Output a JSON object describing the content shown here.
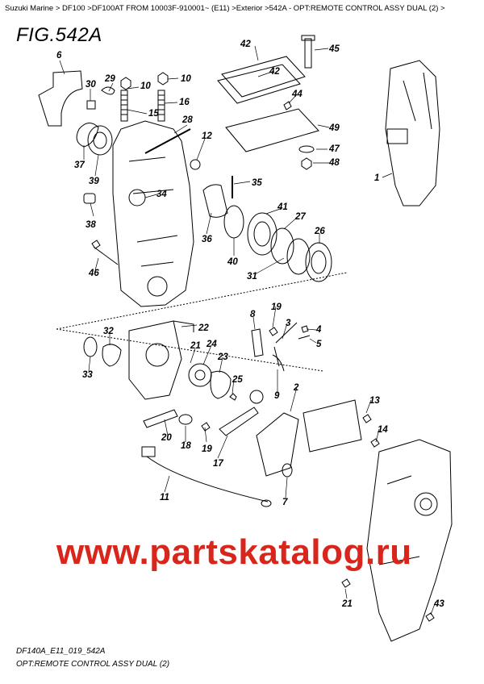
{
  "breadcrumb": "Suzuki Marine > DF100 >DF100AT FROM 10003F-910001~ (E11) >Exterior >542A - OPT:REMOTE CONTROL ASSY DUAL (2) >",
  "figure_title": "FIG.542A",
  "watermark": "www.partskatalog.ru",
  "footer": {
    "code": "DF140A_E11_019_542A",
    "description": "OPT:REMOTE CONTROL ASSY DUAL (2)"
  },
  "part_numbers": {
    "p6": "6",
    "p30": "30",
    "p29": "29",
    "p10a": "10",
    "p10b": "10",
    "p15": "15",
    "p16": "16",
    "p37": "37",
    "p39": "39",
    "p28": "28",
    "p12": "12",
    "p34": "34",
    "p38": "38",
    "p46": "46",
    "p35": "35",
    "p36": "36",
    "p40": "40",
    "p41": "41",
    "p27": "27",
    "p26": "26",
    "p31": "31",
    "p42a": "42",
    "p42b": "42",
    "p45": "45",
    "p44": "44",
    "p49": "49",
    "p47": "47",
    "p48": "48",
    "p1": "1",
    "p32": "32",
    "p33": "33",
    "p22": "22",
    "p21a": "21",
    "p24": "24",
    "p23": "23",
    "p25": "25",
    "p20": "20",
    "p18": "18",
    "p19a": "19",
    "p17": "17",
    "p11": "11",
    "p8": "8",
    "p19b": "19",
    "p3": "3",
    "p4": "4",
    "p5": "5",
    "p9": "9",
    "p2": "2",
    "p7": "7",
    "p13": "13",
    "p14": "14",
    "p21b": "21",
    "p43": "43"
  }
}
